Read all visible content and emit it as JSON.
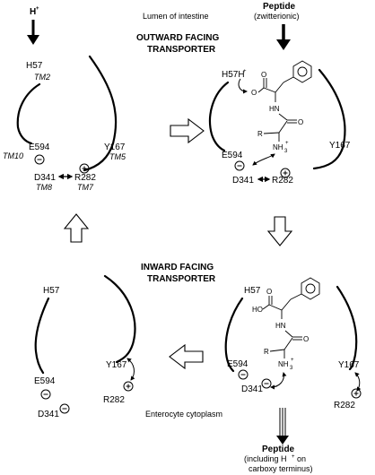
{
  "labels": {
    "lumen": "Lumen of intestine",
    "peptide_in": "Peptide",
    "peptide_in_sub": "(zwitterionic)",
    "outward_1": "OUTWARD FACING",
    "outward_2": "TRANSPORTER",
    "inward_1": "INWARD FACING",
    "inward_2": "TRANSPORTER",
    "cytoplasm": "Enterocyte cytoplasm",
    "peptide_out": "Peptide",
    "peptide_out_sub1": "(including H",
    "peptide_out_sub2": "on",
    "peptide_out_sub3": "carboxy terminus)"
  },
  "residues": {
    "h_plus": "H",
    "plus": "+",
    "minus": "−",
    "h57": "H57",
    "h57h": "H57H",
    "e594": "E594",
    "y167": "Y167",
    "d341": "D341",
    "r282": "R282",
    "tm2": "TM2",
    "tm5": "TM5",
    "tm7": "TM7",
    "tm8": "TM8",
    "tm10": "TM10"
  },
  "chem": {
    "o": "O",
    "nh": "HN",
    "ho": "HO",
    "r": "R",
    "nh3": "NH",
    "sub3": "3",
    "hn2": "HN"
  }
}
